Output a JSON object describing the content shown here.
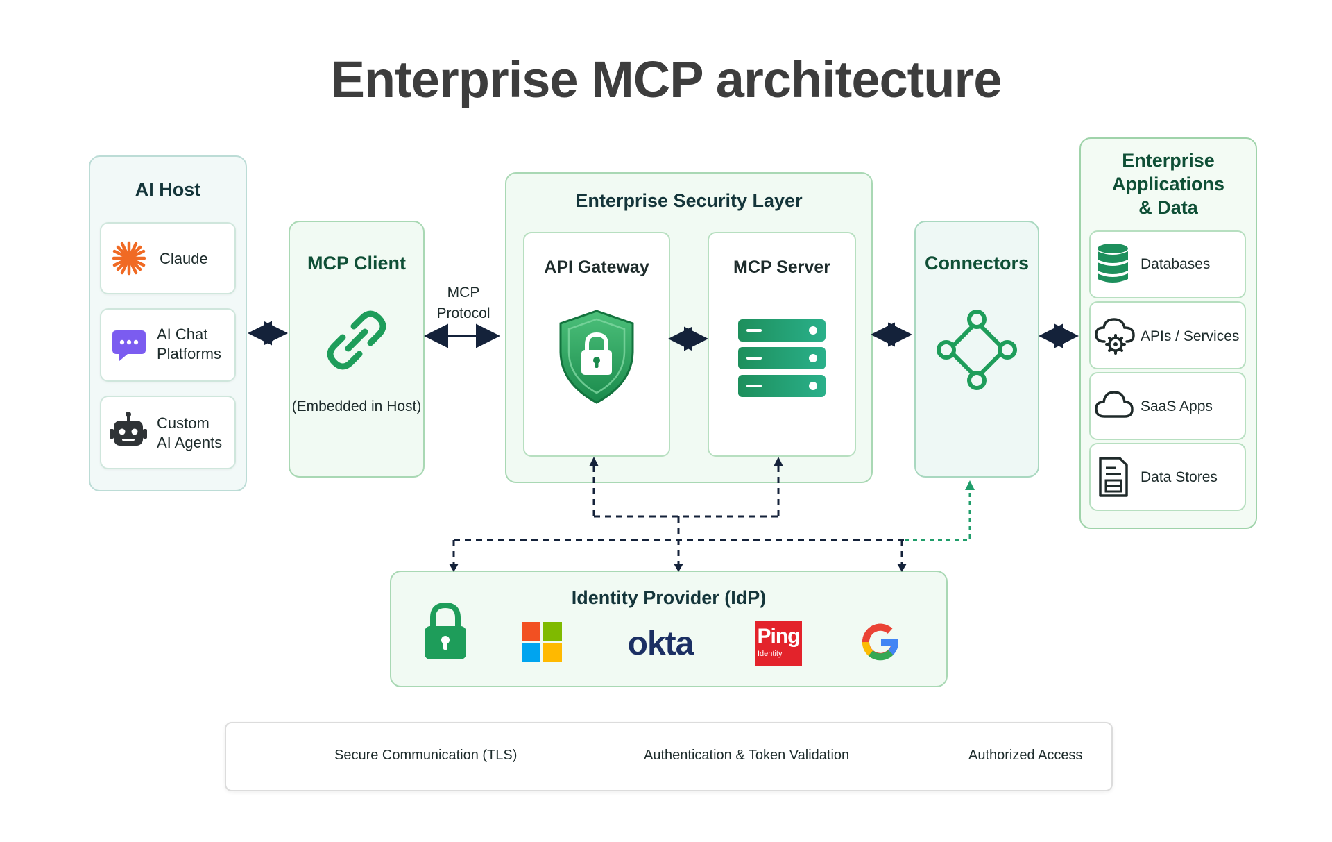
{
  "title": "Enterprise MCP architecture",
  "ai_host": {
    "heading": "AI Host",
    "items": [
      {
        "line1": "Claude",
        "line2": ""
      },
      {
        "line1": "AI Chat",
        "line2": "Platforms"
      },
      {
        "line1": "Custom",
        "line2": "AI Agents"
      }
    ]
  },
  "mcp_client": {
    "heading": "MCP Client",
    "note": "(Embedded in Host)"
  },
  "protocol": {
    "line1": "MCP",
    "line2": "Protocol"
  },
  "security_layer": {
    "heading": "Enterprise Security Layer",
    "api_gateway": "API Gateway",
    "mcp_server": "MCP Server"
  },
  "connectors": {
    "heading": "Connectors"
  },
  "enterprise_apps": {
    "heading_line1": "Enterprise",
    "heading_line2": "Applications",
    "heading_line3": "& Data",
    "items": [
      "Databases",
      "APIs / Services",
      "SaaS Apps",
      "Data Stores"
    ]
  },
  "idp": {
    "heading": "Identity Provider (IdP)",
    "logos": {
      "okta": "okta",
      "ping": "Ping",
      "ping_sub": "Identity"
    }
  },
  "legend": {
    "secure": "Secure Communication (TLS)",
    "auth": "Authentication & Token Validation",
    "authorized": "Authorized Access"
  },
  "colors": {
    "accent_green": "#1e9d5a",
    "dark_text": "#14353a",
    "claude_orange": "#f06a24",
    "chat_purple": "#7b5cf0",
    "authorized_green": "#1f9d6a",
    "ping_red": "#e3232b",
    "okta_blue": "#1b2f63"
  }
}
